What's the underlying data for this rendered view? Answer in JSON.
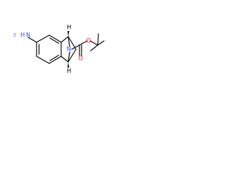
{
  "molecule": {
    "colors": {
      "bond": "#000000",
      "nitrogen": "#3050f8",
      "oxygen": "#ff0d0d",
      "hydrogen": "#000000"
    },
    "labels": {
      "amine_n": "N",
      "amine_h": "H",
      "amine_h_count": "2",
      "bridge_n": "N",
      "carbonyl_o": "O",
      "ester_o": "O",
      "stereo_h_top": "H",
      "stereo_h_bottom": "H"
    }
  }
}
